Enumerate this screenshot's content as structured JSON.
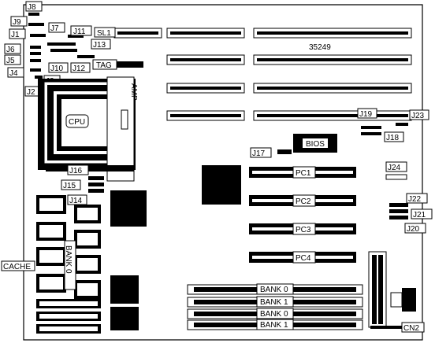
{
  "board_number": "35249",
  "labels": {
    "j8": "J8",
    "j9": "J9",
    "j1": "J1",
    "j7": "J7",
    "j11": "J11",
    "sl1": "SL1",
    "j13": "J13",
    "j6": "J6",
    "j5": "J5",
    "j10": "J10",
    "j12": "J12",
    "tag": "TAG",
    "j4": "J4",
    "j3": "J3",
    "j2": "J2",
    "amp": "AMP",
    "cpu": "CPU",
    "j19": "J19",
    "j23": "J23",
    "j18": "J18",
    "j17": "J17",
    "bios": "BIOS",
    "j24": "J24",
    "j16": "J16",
    "j15": "J15",
    "j14": "J14",
    "pc1": "PC1",
    "pc2": "PC2",
    "pc3": "PC3",
    "pc4": "PC4",
    "j22": "J22",
    "j21": "J21",
    "j20": "J20",
    "cache": "CACHE",
    "bank0_vertical": "BANK 0",
    "simm1": "BANK 0",
    "simm2": "BANK 1",
    "simm3": "BANK 0",
    "simm4": "BANK 1",
    "cn2": "CN2"
  },
  "colors": {
    "ink": "#000000",
    "paper": "#ffffff"
  }
}
